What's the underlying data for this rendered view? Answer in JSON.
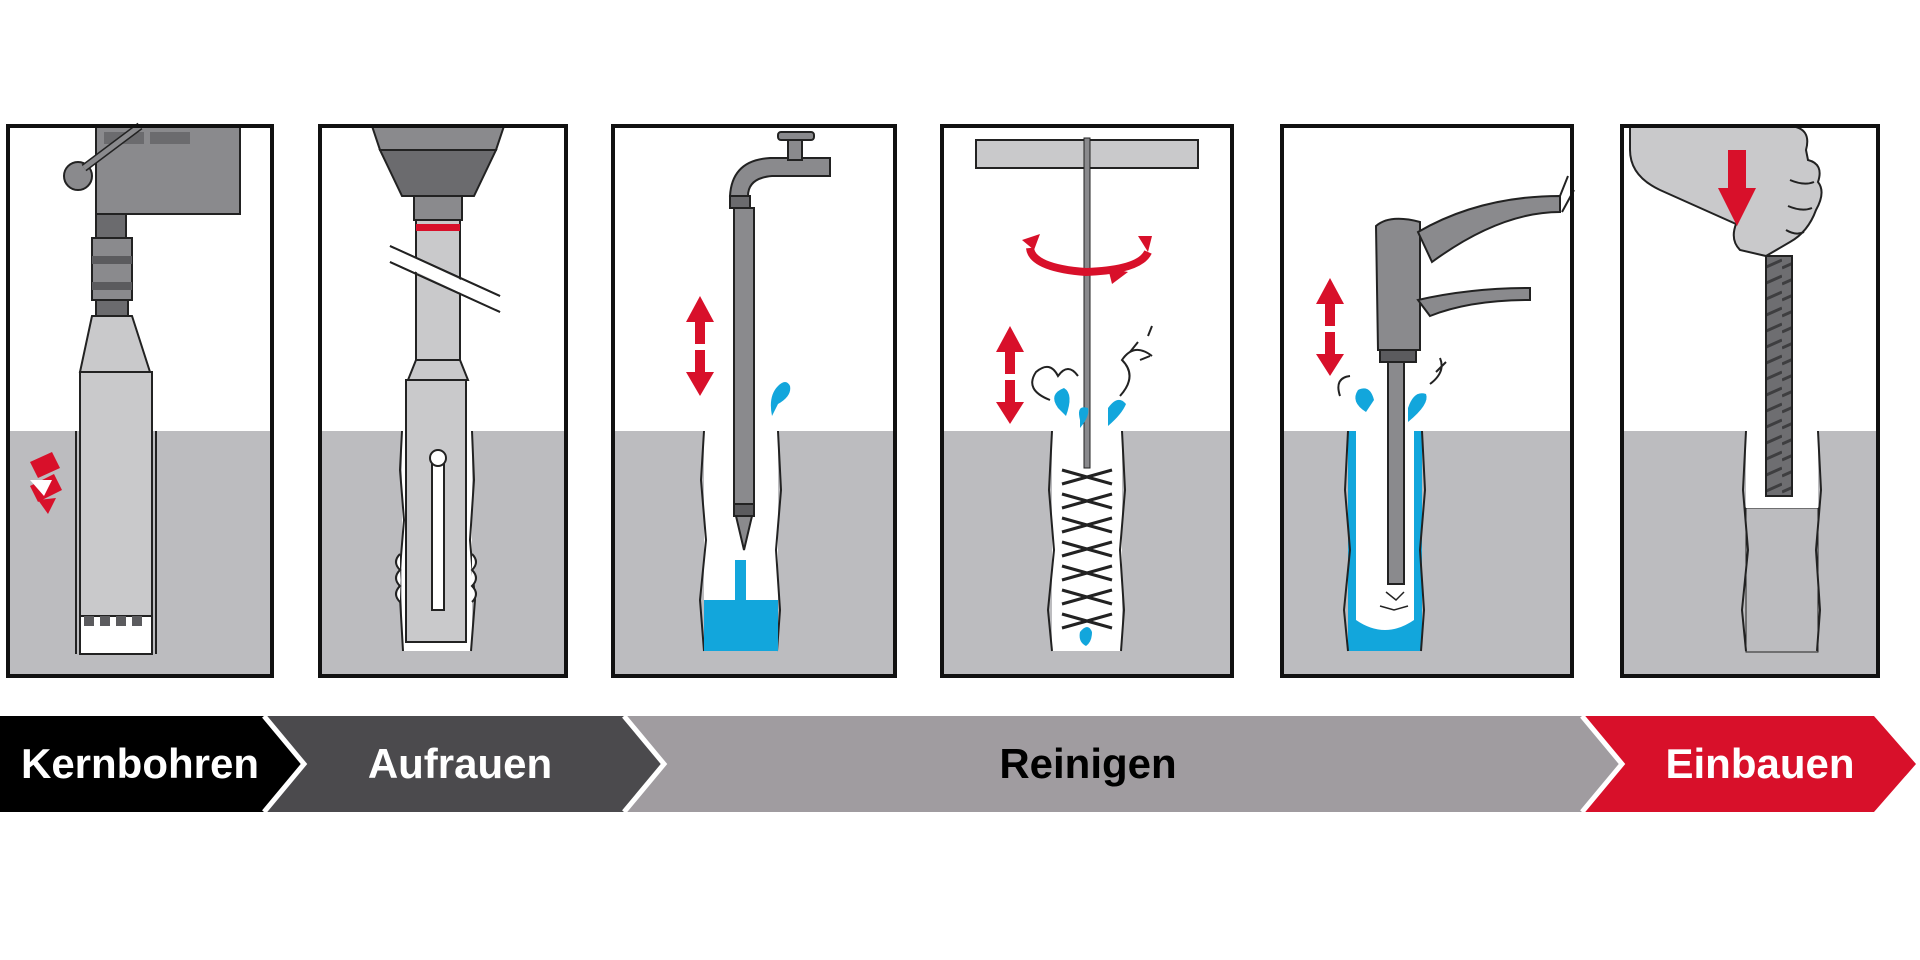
{
  "colors": {
    "ground": "#bcbcbf",
    "frame": "#111111",
    "tool_gray": "#8a8a8d",
    "tool_light": "#c9c9cb",
    "tool_dark": "#5b5b5e",
    "water": "#12a6dc",
    "accent_red": "#d8102a",
    "step_black": "#000000",
    "step_dark_gray": "#4b4a4d",
    "step_light_gray": "#a09ca0",
    "step_red": "#d8102a"
  },
  "panels": [
    {
      "id": "core-drilling",
      "icon": "core-drill-icon",
      "indicator": "rotation-arrow-icon"
    },
    {
      "id": "roughening",
      "icon": "roughening-tool-icon"
    },
    {
      "id": "flushing",
      "icon": "water-tap-icon",
      "indicator": "up-down-arrow-icon"
    },
    {
      "id": "brushing",
      "icon": "round-brush-icon",
      "indicator": "rotation-arrow-icon"
    },
    {
      "id": "blowing",
      "icon": "air-gun-icon",
      "indicator": "up-down-arrow-icon"
    },
    {
      "id": "installing",
      "icon": "rebar-insert-icon",
      "indicator": "down-arrow-icon"
    }
  ],
  "steps": [
    {
      "label": "Kernbohren"
    },
    {
      "label": "Aufrauen"
    },
    {
      "label": "Reinigen"
    },
    {
      "label": "Einbauen"
    }
  ]
}
